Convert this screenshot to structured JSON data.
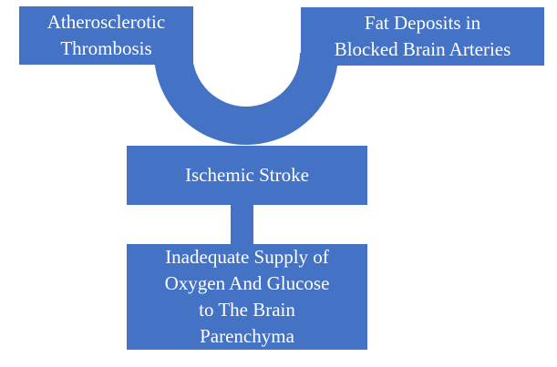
{
  "diagram": {
    "accent_color": "#4472C4",
    "text_color": "#ffffff",
    "background_color": "#ffffff",
    "nodes": {
      "atherosclerotic": {
        "label": "Atherosclerotic\nThrombosis"
      },
      "fat_deposits": {
        "label": "Fat Deposits in\nBlocked Brain Arteries"
      },
      "ischemic": {
        "label": "Ischemic Stroke"
      },
      "inadequate": {
        "label": "Inadequate Supply of\nOxygen And Glucose\nto The Brain\nParenchyma"
      }
    }
  }
}
